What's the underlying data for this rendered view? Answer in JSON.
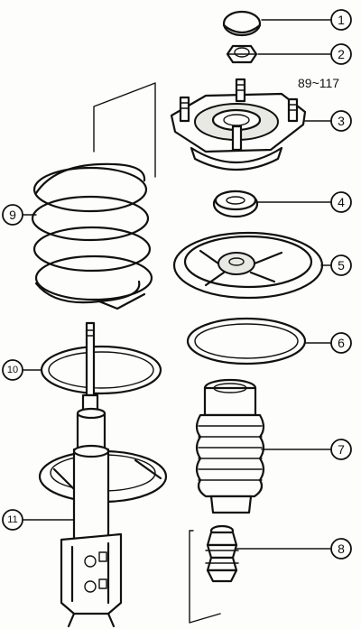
{
  "diagram": {
    "ref_code": "89~117",
    "callouts": [
      {
        "id": "1",
        "label": "1"
      },
      {
        "id": "2",
        "label": "2"
      },
      {
        "id": "3",
        "label": "3"
      },
      {
        "id": "4",
        "label": "4"
      },
      {
        "id": "5",
        "label": "5"
      },
      {
        "id": "6",
        "label": "6"
      },
      {
        "id": "7",
        "label": "7"
      },
      {
        "id": "8",
        "label": "8"
      },
      {
        "id": "9",
        "label": "9"
      },
      {
        "id": "10",
        "label": "10"
      },
      {
        "id": "11",
        "label": "11"
      }
    ]
  }
}
